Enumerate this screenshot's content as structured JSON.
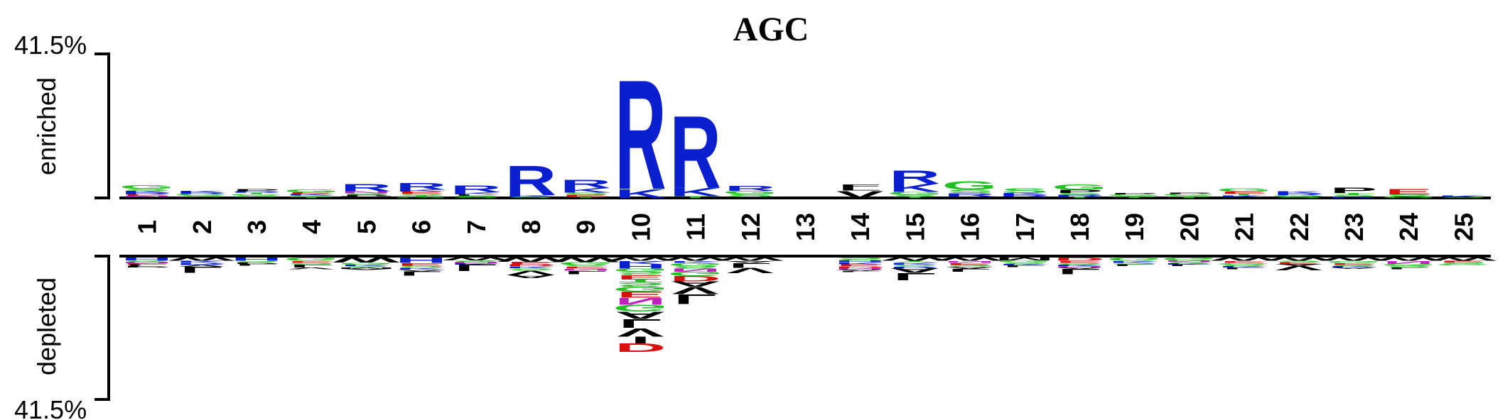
{
  "chart_data": {
    "type": "sequence-logo",
    "title": "AGC",
    "y_top_label": "41.5%",
    "y_bottom_label": "41.5%",
    "enriched_label": "enriched",
    "depleted_label": "depleted",
    "ylim": [
      -41.5,
      41.5
    ],
    "positions": [
      "1",
      "2",
      "3",
      "4",
      "5",
      "6",
      "7",
      "8",
      "9",
      "10",
      "11",
      "12",
      "13",
      "14",
      "15",
      "16",
      "17",
      "18",
      "19",
      "20",
      "21",
      "22",
      "23",
      "24",
      "25"
    ],
    "colors": {
      "R": "#0a1fd0",
      "K": "#0a1fd0",
      "H": "#0a1fd0",
      "G": "#22c022",
      "S": "#22c022",
      "T": "#22c022",
      "Y": "#22c022",
      "C": "#22c022",
      "N": "#c020c0",
      "Q": "#c020c0",
      "D": "#d81010",
      "E": "#d81010",
      "A": "#000000",
      "V": "#000000",
      "L": "#000000",
      "I": "#000000",
      "P": "#000000",
      "W": "#000000",
      "F": "#000000",
      "M": "#000000"
    },
    "enriched": [
      [
        {
          "aa": "L",
          "v": 0.3
        },
        {
          "aa": "N",
          "v": 0.3
        },
        {
          "aa": "E",
          "v": 0.4
        },
        {
          "aa": "R",
          "v": 0.5
        },
        {
          "aa": "K",
          "v": 0.5
        },
        {
          "aa": "S",
          "v": 0.7
        },
        {
          "aa": "G",
          "v": 1.1
        }
      ],
      [
        {
          "aa": "P",
          "v": 0.3
        },
        {
          "aa": "S",
          "v": 0.4
        },
        {
          "aa": "G",
          "v": 0.4
        },
        {
          "aa": "R",
          "v": 0.4
        },
        {
          "aa": "K",
          "v": 0.5
        }
      ],
      [
        {
          "aa": "A",
          "v": 0.3
        },
        {
          "aa": "S",
          "v": 0.4
        },
        {
          "aa": "G",
          "v": 0.4
        },
        {
          "aa": "T",
          "v": 0.4
        },
        {
          "aa": "R",
          "v": 0.4
        },
        {
          "aa": "P",
          "v": 0.6
        }
      ],
      [
        {
          "aa": "T",
          "v": 0.3
        },
        {
          "aa": "S",
          "v": 0.4
        },
        {
          "aa": "K",
          "v": 0.4
        },
        {
          "aa": "E",
          "v": 0.5
        },
        {
          "aa": "G",
          "v": 0.8
        }
      ],
      [
        {
          "aa": "M",
          "v": 0.5
        },
        {
          "aa": "P",
          "v": 0.4
        },
        {
          "aa": "S",
          "v": 0.4
        },
        {
          "aa": "N",
          "v": 0.6
        },
        {
          "aa": "R",
          "v": 2.2
        }
      ],
      [
        {
          "aa": "G",
          "v": 0.3
        },
        {
          "aa": "T",
          "v": 0.4
        },
        {
          "aa": "S",
          "v": 0.5
        },
        {
          "aa": "E",
          "v": 0.6
        },
        {
          "aa": "K",
          "v": 0.6
        },
        {
          "aa": "R",
          "v": 2.0
        }
      ],
      [
        {
          "aa": "S",
          "v": 0.6
        },
        {
          "aa": "L",
          "v": 0.4
        },
        {
          "aa": "K",
          "v": 0.6
        },
        {
          "aa": "R",
          "v": 2.0
        }
      ],
      [
        {
          "aa": "S",
          "v": 0.4
        },
        {
          "aa": "K",
          "v": 0.4
        },
        {
          "aa": "R",
          "v": 8.8
        }
      ],
      [
        {
          "aa": "Y",
          "v": 0.4
        },
        {
          "aa": "E",
          "v": 0.5
        },
        {
          "aa": "S",
          "v": 0.6
        },
        {
          "aa": "K",
          "v": 1.4
        },
        {
          "aa": "R",
          "v": 2.5
        }
      ],
      [
        {
          "aa": "K",
          "v": 2.6
        },
        {
          "aa": "R",
          "v": 32.5
        }
      ],
      [
        {
          "aa": "T",
          "v": 0.5
        },
        {
          "aa": "K",
          "v": 2.4
        },
        {
          "aa": "R",
          "v": 21.5
        }
      ],
      [
        {
          "aa": "M",
          "v": 0.3
        },
        {
          "aa": "S",
          "v": 0.8
        },
        {
          "aa": "G",
          "v": 0.9
        },
        {
          "aa": "R",
          "v": 1.5
        }
      ],
      [],
      [
        {
          "aa": "V",
          "v": 2.1
        },
        {
          "aa": "L",
          "v": 1.0
        },
        {
          "aa": "F",
          "v": 0.8
        }
      ],
      [
        {
          "aa": "T",
          "v": 0.4
        },
        {
          "aa": "S",
          "v": 0.5
        },
        {
          "aa": "G",
          "v": 0.8
        },
        {
          "aa": "K",
          "v": 2.4
        },
        {
          "aa": "R",
          "v": 4.0
        }
      ],
      [
        {
          "aa": "P",
          "v": 0.4
        },
        {
          "aa": "R",
          "v": 1.0
        },
        {
          "aa": "S",
          "v": 1.0
        },
        {
          "aa": "G",
          "v": 2.6
        }
      ],
      [
        {
          "aa": "P",
          "v": 0.4
        },
        {
          "aa": "R",
          "v": 0.5
        },
        {
          "aa": "K",
          "v": 0.5
        },
        {
          "aa": "S",
          "v": 1.4
        }
      ],
      [
        {
          "aa": "T",
          "v": 0.4
        },
        {
          "aa": "R",
          "v": 0.5
        },
        {
          "aa": "S",
          "v": 0.5
        },
        {
          "aa": "P",
          "v": 1.0
        },
        {
          "aa": "G",
          "v": 1.6
        }
      ],
      [
        {
          "aa": "T",
          "v": 0.3
        },
        {
          "aa": "S",
          "v": 0.3
        },
        {
          "aa": "G",
          "v": 0.4
        },
        {
          "aa": "P",
          "v": 0.4
        }
      ],
      [
        {
          "aa": "T",
          "v": 0.3
        },
        {
          "aa": "S",
          "v": 0.4
        },
        {
          "aa": "G",
          "v": 0.4
        },
        {
          "aa": "P",
          "v": 0.4
        }
      ],
      [
        {
          "aa": "P",
          "v": 0.3
        },
        {
          "aa": "K",
          "v": 0.4
        },
        {
          "aa": "T",
          "v": 0.5
        },
        {
          "aa": "E",
          "v": 0.6
        },
        {
          "aa": "G",
          "v": 1.0
        }
      ],
      [
        {
          "aa": "S",
          "v": 0.4
        },
        {
          "aa": "G",
          "v": 0.4
        },
        {
          "aa": "R",
          "v": 0.5
        },
        {
          "aa": "K",
          "v": 0.6
        }
      ],
      [
        {
          "aa": "R",
          "v": 0.4
        },
        {
          "aa": "S",
          "v": 0.5
        },
        {
          "aa": "T",
          "v": 0.5
        },
        {
          "aa": "P",
          "v": 1.6
        }
      ],
      [
        {
          "aa": "G",
          "v": 0.5
        },
        {
          "aa": "S",
          "v": 0.5
        },
        {
          "aa": "E",
          "v": 1.6
        }
      ],
      [
        {
          "aa": "S",
          "v": 0.3
        },
        {
          "aa": "K",
          "v": 0.4
        }
      ]
    ],
    "depleted": [
      [
        {
          "aa": "H",
          "v": 0.8
        },
        {
          "aa": "S",
          "v": 0.4
        },
        {
          "aa": "N",
          "v": 0.4
        },
        {
          "aa": "E",
          "v": 0.4
        },
        {
          "aa": "L",
          "v": 0.4
        },
        {
          "aa": "P",
          "v": 0.6
        }
      ],
      [
        {
          "aa": "W",
          "v": 0.9
        },
        {
          "aa": "K",
          "v": 0.7
        },
        {
          "aa": "R",
          "v": 0.6
        },
        {
          "aa": "V",
          "v": 0.5
        },
        {
          "aa": "L",
          "v": 1.8
        }
      ],
      [
        {
          "aa": "H",
          "v": 1.0
        },
        {
          "aa": "S",
          "v": 0.4
        },
        {
          "aa": "P",
          "v": 0.4
        },
        {
          "aa": "L",
          "v": 0.6
        }
      ],
      [
        {
          "aa": "G",
          "v": 1.0
        },
        {
          "aa": "E",
          "v": 0.6
        },
        {
          "aa": "S",
          "v": 0.5
        },
        {
          "aa": "L",
          "v": 0.8
        },
        {
          "aa": "V",
          "v": 0.6
        }
      ],
      [
        {
          "aa": "W",
          "v": 1.5
        },
        {
          "aa": "G",
          "v": 0.6
        },
        {
          "aa": "K",
          "v": 0.4
        },
        {
          "aa": "S",
          "v": 0.4
        },
        {
          "aa": "M",
          "v": 0.4
        },
        {
          "aa": "A",
          "v": 0.3
        }
      ],
      [
        {
          "aa": "H",
          "v": 1.6
        },
        {
          "aa": "E",
          "v": 0.8
        },
        {
          "aa": "S",
          "v": 0.6
        },
        {
          "aa": "K",
          "v": 0.6
        },
        {
          "aa": "A",
          "v": 0.4
        },
        {
          "aa": "L",
          "v": 1.2
        }
      ],
      [
        {
          "aa": "W",
          "v": 0.8
        },
        {
          "aa": "S",
          "v": 0.4
        },
        {
          "aa": "N",
          "v": 0.4
        },
        {
          "aa": "K",
          "v": 0.4
        },
        {
          "aa": "L",
          "v": 2.0
        }
      ],
      [
        {
          "aa": "W",
          "v": 1.2
        },
        {
          "aa": "E",
          "v": 0.8
        },
        {
          "aa": "D",
          "v": 0.6
        },
        {
          "aa": "K",
          "v": 0.6
        },
        {
          "aa": "S",
          "v": 0.6
        },
        {
          "aa": "V",
          "v": 1.2
        },
        {
          "aa": "A",
          "v": 1.0
        }
      ],
      [
        {
          "aa": "W",
          "v": 1.3
        },
        {
          "aa": "G",
          "v": 0.8
        },
        {
          "aa": "S",
          "v": 0.6
        },
        {
          "aa": "E",
          "v": 0.6
        },
        {
          "aa": "N",
          "v": 0.6
        },
        {
          "aa": "L",
          "v": 1.0
        }
      ],
      [
        {
          "aa": "W",
          "v": 1.0
        },
        {
          "aa": "K",
          "v": 1.0
        },
        {
          "aa": "H",
          "v": 1.2
        },
        {
          "aa": "G",
          "v": 0.9
        },
        {
          "aa": "S",
          "v": 1.0
        },
        {
          "aa": "E",
          "v": 1.2
        },
        {
          "aa": "T",
          "v": 1.0
        },
        {
          "aa": "S",
          "v": 1.2
        },
        {
          "aa": "G",
          "v": 1.4
        },
        {
          "aa": "E",
          "v": 1.8
        },
        {
          "aa": "N",
          "v": 2.0
        },
        {
          "aa": "G",
          "v": 2.0
        },
        {
          "aa": "A",
          "v": 2.2
        },
        {
          "aa": "L",
          "v": 2.6
        },
        {
          "aa": "V",
          "v": 2.4
        },
        {
          "aa": "I",
          "v": 2.0
        },
        {
          "aa": "D",
          "v": 2.6
        }
      ],
      [
        {
          "aa": "W",
          "v": 1.0
        },
        {
          "aa": "K",
          "v": 0.6
        },
        {
          "aa": "G",
          "v": 0.8
        },
        {
          "aa": "S",
          "v": 0.8
        },
        {
          "aa": "N",
          "v": 0.9
        },
        {
          "aa": "G",
          "v": 1.2
        },
        {
          "aa": "D",
          "v": 1.6
        },
        {
          "aa": "A",
          "v": 1.6
        },
        {
          "aa": "V",
          "v": 2.2
        },
        {
          "aa": "L",
          "v": 2.8
        }
      ],
      [
        {
          "aa": "W",
          "v": 1.0
        },
        {
          "aa": "A",
          "v": 0.6
        },
        {
          "aa": "L",
          "v": 1.4
        },
        {
          "aa": "V",
          "v": 1.6
        }
      ],
      [],
      [
        {
          "aa": "S",
          "v": 0.8
        },
        {
          "aa": "H",
          "v": 0.6
        },
        {
          "aa": "K",
          "v": 0.6
        },
        {
          "aa": "E",
          "v": 0.6
        },
        {
          "aa": "D",
          "v": 0.5
        },
        {
          "aa": "N",
          "v": 0.4
        },
        {
          "aa": "A",
          "v": 0.4
        },
        {
          "aa": "L",
          "v": 0.3
        }
      ],
      [
        {
          "aa": "W",
          "v": 0.9
        },
        {
          "aa": "Y",
          "v": 0.6
        },
        {
          "aa": "K",
          "v": 0.6
        },
        {
          "aa": "S",
          "v": 0.6
        },
        {
          "aa": "R",
          "v": 0.4
        },
        {
          "aa": "A",
          "v": 1.4
        },
        {
          "aa": "L",
          "v": 2.2
        }
      ],
      [
        {
          "aa": "W",
          "v": 1.0
        },
        {
          "aa": "N",
          "v": 0.6
        },
        {
          "aa": "E",
          "v": 0.6
        },
        {
          "aa": "S",
          "v": 0.6
        },
        {
          "aa": "A",
          "v": 0.5
        },
        {
          "aa": "L",
          "v": 0.8
        }
      ],
      [
        {
          "aa": "M",
          "v": 0.8
        },
        {
          "aa": "G",
          "v": 0.6
        },
        {
          "aa": "S",
          "v": 0.5
        },
        {
          "aa": "K",
          "v": 0.4
        },
        {
          "aa": "L",
          "v": 0.6
        }
      ],
      [
        {
          "aa": "D",
          "v": 1.0
        },
        {
          "aa": "E",
          "v": 0.6
        },
        {
          "aa": "S",
          "v": 0.5
        },
        {
          "aa": "K",
          "v": 0.4
        },
        {
          "aa": "N",
          "v": 0.4
        },
        {
          "aa": "A",
          "v": 0.4
        },
        {
          "aa": "L",
          "v": 1.6
        }
      ],
      [
        {
          "aa": "G",
          "v": 1.0
        },
        {
          "aa": "K",
          "v": 0.6
        },
        {
          "aa": "S",
          "v": 0.4
        },
        {
          "aa": "L",
          "v": 0.6
        }
      ],
      [
        {
          "aa": "G",
          "v": 0.8
        },
        {
          "aa": "N",
          "v": 0.4
        },
        {
          "aa": "S",
          "v": 0.4
        },
        {
          "aa": "K",
          "v": 0.4
        },
        {
          "aa": "L",
          "v": 0.6
        }
      ],
      [
        {
          "aa": "W",
          "v": 1.0
        },
        {
          "aa": "E",
          "v": 0.6
        },
        {
          "aa": "G",
          "v": 0.4
        },
        {
          "aa": "S",
          "v": 0.5
        },
        {
          "aa": "K",
          "v": 0.4
        },
        {
          "aa": "L",
          "v": 0.6
        }
      ],
      [
        {
          "aa": "W",
          "v": 0.9
        },
        {
          "aa": "S",
          "v": 0.5
        },
        {
          "aa": "E",
          "v": 0.5
        },
        {
          "aa": "A",
          "v": 0.5
        },
        {
          "aa": "V",
          "v": 1.4
        }
      ],
      [
        {
          "aa": "W",
          "v": 1.0
        },
        {
          "aa": "G",
          "v": 0.6
        },
        {
          "aa": "E",
          "v": 0.5
        },
        {
          "aa": "S",
          "v": 0.4
        },
        {
          "aa": "K",
          "v": 0.4
        },
        {
          "aa": "A",
          "v": 0.4
        }
      ],
      [
        {
          "aa": "W",
          "v": 1.0
        },
        {
          "aa": "N",
          "v": 0.8
        },
        {
          "aa": "G",
          "v": 0.6
        },
        {
          "aa": "S",
          "v": 0.5
        },
        {
          "aa": "L",
          "v": 0.6
        }
      ],
      [
        {
          "aa": "W",
          "v": 0.9
        },
        {
          "aa": "E",
          "v": 0.5
        },
        {
          "aa": "S",
          "v": 0.4
        },
        {
          "aa": "G",
          "v": 0.4
        }
      ]
    ]
  }
}
